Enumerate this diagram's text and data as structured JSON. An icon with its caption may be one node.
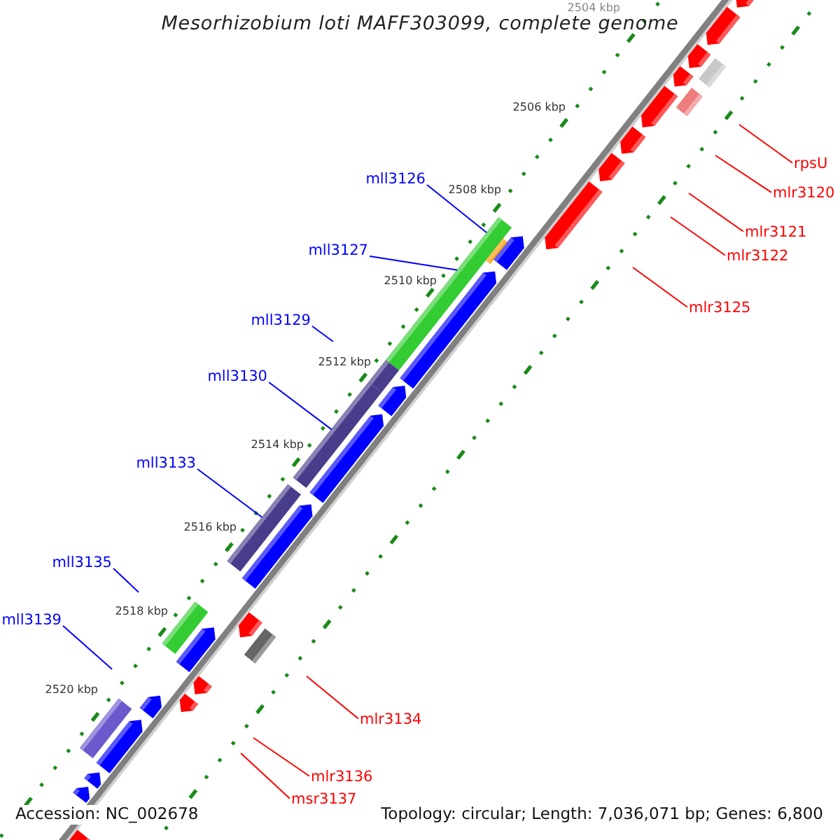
{
  "diagram": {
    "title": "Mesorhizobium loti MAFF303099, complete genome",
    "nodes": [
      {
        "text": [
          "rpsU"
        ]
      },
      {
        "text": [
          "mll3126"
        ]
      },
      {
        "text": [
          "mlr3120"
        ]
      },
      {
        "text": [
          "mlr3121"
        ]
      },
      {
        "text": [
          "mll3127"
        ]
      },
      {
        "text": [
          "mlr3122"
        ]
      },
      {
        "text": [
          "mlr3125"
        ]
      },
      {
        "text": [
          "mll3129"
        ]
      },
      {
        "text": [
          "mll3130"
        ]
      },
      {
        "text": [
          "mll3133"
        ]
      },
      {
        "text": [
          "mll3135"
        ]
      },
      {
        "text": [
          "mll3139"
        ]
      },
      {
        "text": [
          "mlr3134"
        ]
      },
      {
        "text": [
          "mlr3136"
        ]
      },
      {
        "text": [
          "msr3137"
        ]
      },
      {
        "text": [],
        "shape": "bar"
      },
      {
        "text": [],
        "shape": "bar"
      },
      {
        "text": [],
        "shape": "bar"
      }
    ],
    "edges": [
      {
        "from": 0,
        "to": null,
        "arrow": "none"
      },
      {
        "from": 1,
        "to": 15,
        "arrow": "none",
        "color": "#0000ff"
      },
      {
        "from": 2,
        "to": null,
        "arrow": "none"
      },
      {
        "from": 3,
        "to": null,
        "arrow": "none"
      },
      {
        "from": 4,
        "to": 15,
        "arrow": "none",
        "color": "#0000ff"
      },
      {
        "from": 5,
        "to": null,
        "arrow": "none"
      },
      {
        "from": 6,
        "to": null,
        "arrow": "none"
      },
      {
        "from": 7,
        "to": null,
        "arrow": "none",
        "color": "#0000ff"
      },
      {
        "from": 8,
        "to": 16,
        "arrow": "none",
        "color": "#0000ff"
      },
      {
        "from": 9,
        "to": 17,
        "arrow": "none",
        "color": "#0000ff"
      },
      {
        "from": 10,
        "to": null,
        "arrow": "none",
        "color": "#0000ff"
      },
      {
        "from": 11,
        "to": null,
        "arrow": "none",
        "color": "#0000ff"
      },
      {
        "from": 12,
        "to": null,
        "arrow": "none"
      },
      {
        "from": 13,
        "to": null,
        "arrow": "none"
      },
      {
        "from": 14,
        "to": null,
        "arrow": "none"
      }
    ],
    "labels": [
      "2504 kbp",
      "2506 kbp",
      "2508 kbp",
      "2510 kbp",
      "2512 kbp",
      "2514 kbp",
      "2516 kbp",
      "2518 kbp",
      "2520 kbp",
      "Accession: NC_002678",
      "Topology: circular; Length: 7,036,071 bp; Genes: 6,800"
    ]
  }
}
